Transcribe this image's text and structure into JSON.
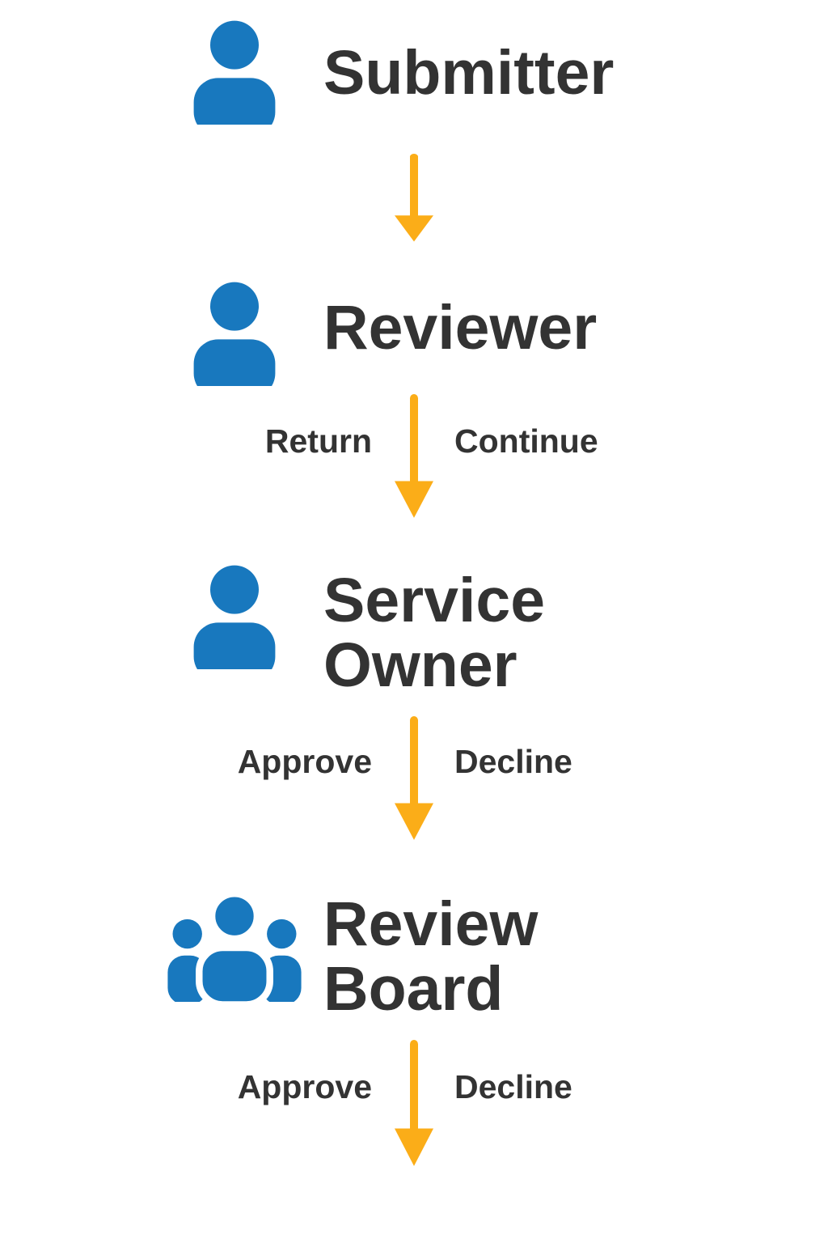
{
  "diagram": {
    "title": "approval-workflow",
    "stages": [
      {
        "label": "Submitter",
        "icon": "person"
      },
      {
        "label": "Reviewer",
        "icon": "person"
      },
      {
        "label": "Service Owner",
        "icon": "person"
      },
      {
        "label": "Review Board",
        "icon": "people"
      }
    ],
    "arrows": [
      {
        "left_label": "",
        "right_label": ""
      },
      {
        "left_label": "Return",
        "right_label": "Continue"
      },
      {
        "left_label": "Approve",
        "right_label": "Decline"
      },
      {
        "left_label": "Approve",
        "right_label": "Decline"
      }
    ],
    "colors": {
      "icon_blue": "#1878BE",
      "arrow_orange": "#FBAD18",
      "text_dark": "#333333"
    }
  }
}
